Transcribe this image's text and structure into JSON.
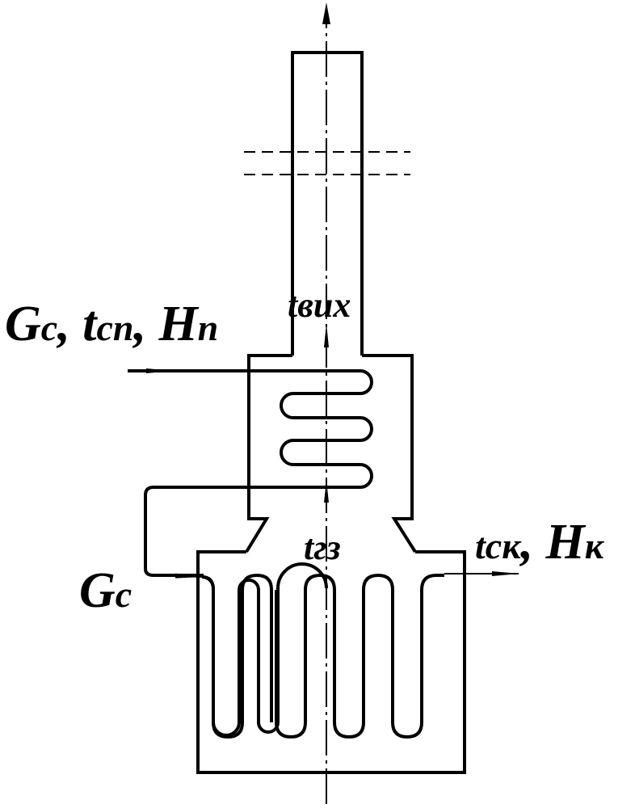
{
  "labels": {
    "input_parameters": {
      "g": "G",
      "g_sub": "с",
      "sep1": ", ",
      "t": "t",
      "t_sub": "сп",
      "sep2": ", ",
      "h": "H",
      "h_sub": "п"
    },
    "t_out": "tвих",
    "t_gas": "tгз",
    "t_output": {
      "t": "tск",
      "sep": ", ",
      "h": "H",
      "h_sub": "к"
    },
    "g_bottom": {
      "g": "G",
      "g_sub": "с"
    }
  },
  "colors": {
    "line": "#000000",
    "background": "#ffffff"
  }
}
